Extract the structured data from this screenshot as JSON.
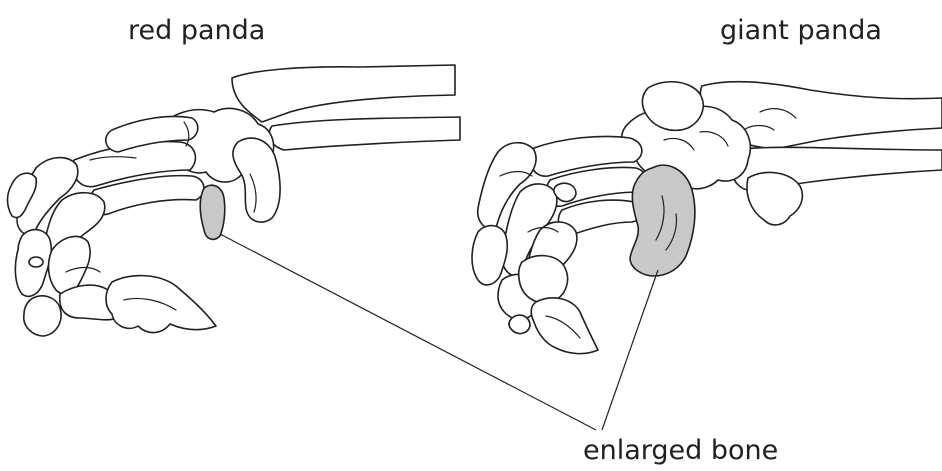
{
  "labels": {
    "red_panda": "red panda",
    "giant_panda": "giant panda",
    "enlarged_bone": "enlarged bone"
  },
  "colors": {
    "outline": "#231f20",
    "highlight": "#c8c8c8",
    "background": "#ffffff"
  }
}
